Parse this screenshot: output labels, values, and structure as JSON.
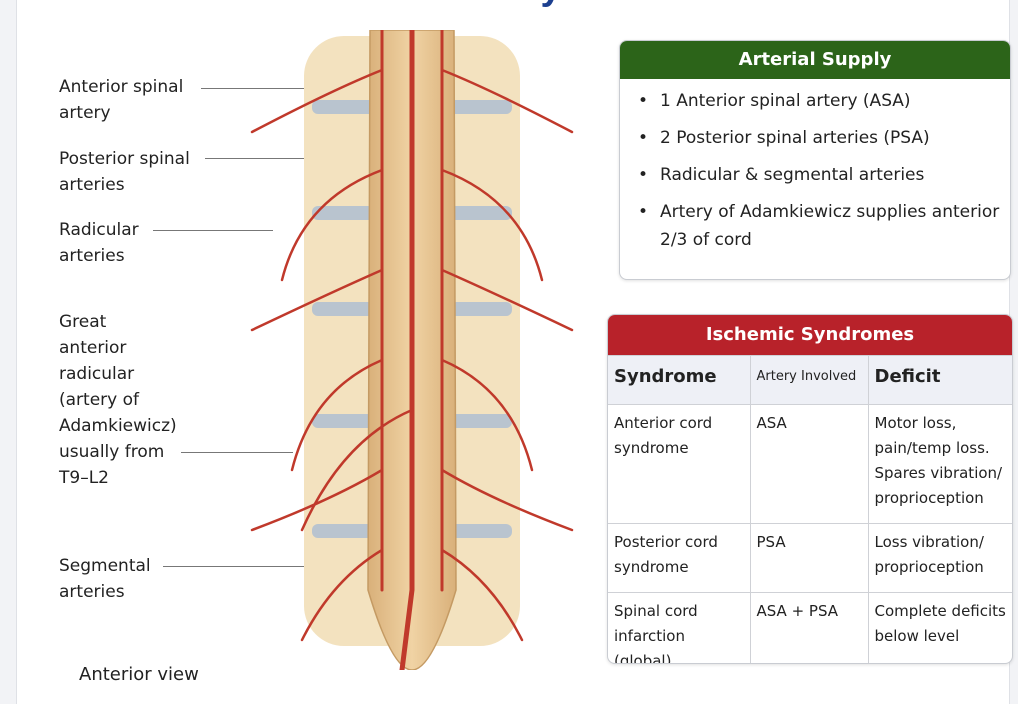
{
  "title": "& Ischemia Syndromes",
  "labels": {
    "anterior_spinal": [
      "Anterior spinal",
      "artery"
    ],
    "posterior_spinal": [
      "Posterior spinal",
      "arteries"
    ],
    "radicular": [
      "Radicular",
      "arteries"
    ],
    "great_anterior": [
      "Great",
      "anterior",
      "radicular",
      "(artery of",
      "Adamkiewicz)",
      "usually from",
      "T9–L2"
    ],
    "segmental": [
      "Segmental",
      "arteries"
    ],
    "view": "Anterior view"
  },
  "arterial_supply": {
    "header": "Arterial Supply",
    "items": [
      "1 Anterior spinal artery (ASA)",
      "2 Posterior spinal arteries (PSA)",
      "Radicular & segmental arteries",
      "Artery of Adamkiewicz supplies anterior 2/3 of cord"
    ]
  },
  "ischemic_syndromes": {
    "header": "Ischemic Syndromes",
    "columns": [
      "Syndrome",
      "Artery Involved",
      "Deficit"
    ],
    "rows": [
      [
        "Anterior cord syndrome",
        "ASA",
        "Motor loss, pain/temp loss. Spares vibration/ proprioception"
      ],
      [
        "Posterior cord syndrome",
        "PSA",
        "Loss vibration/ proprioception"
      ],
      [
        "Spinal cord infarction (global)",
        "ASA + PSA",
        "Complete deficits below level"
      ]
    ]
  },
  "colors": {
    "supply_header": "#2c6419",
    "syndromes_header": "#b8222a",
    "title": "#1c3f8f",
    "artery": "#c0392b",
    "bone": "#eed7ac",
    "disc": "#b9c4cf"
  }
}
